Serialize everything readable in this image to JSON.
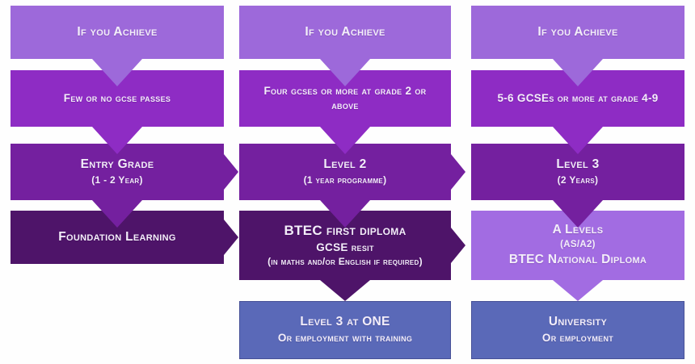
{
  "palette": {
    "row1": "#9d69da",
    "row2": "#8e2cc4",
    "row3": "#74209f",
    "row4dark": "#4e1469",
    "row4light": "#a26ce2",
    "row5blue": "#5a69b8",
    "textlight": "#f3eef9"
  },
  "columns": [
    {
      "boxes": [
        {
          "lines": [
            "If you Achieve"
          ]
        },
        {
          "lines": [
            "Few or no gcse passes"
          ]
        },
        {
          "lines": [
            "Entry Grade",
            "(1 - 2 Year)"
          ]
        },
        {
          "lines": [
            "Foundation Learning"
          ]
        }
      ]
    },
    {
      "boxes": [
        {
          "lines": [
            "If you Achieve"
          ]
        },
        {
          "lines": [
            "Four gcses or more at grade 2 or above"
          ]
        },
        {
          "lines": [
            "Level 2",
            "(1 year programme)"
          ]
        },
        {
          "lines": [
            "BTEC first diploma",
            "GCSE resit",
            "(in maths and/or English if required)"
          ]
        },
        {
          "lines": [
            "Level 3 at ONE",
            "Or employment with training"
          ]
        }
      ]
    },
    {
      "boxes": [
        {
          "lines": [
            "If you Achieve"
          ]
        },
        {
          "lines": [
            "5-6 GCSEs or more at grade 4-9"
          ]
        },
        {
          "lines": [
            "Level 3",
            "(2 Years)"
          ]
        },
        {
          "lines": [
            "A Levels",
            "(AS/A2)",
            "BTEC National Diploma"
          ]
        },
        {
          "lines": [
            "University",
            "Or employment"
          ]
        }
      ]
    }
  ]
}
